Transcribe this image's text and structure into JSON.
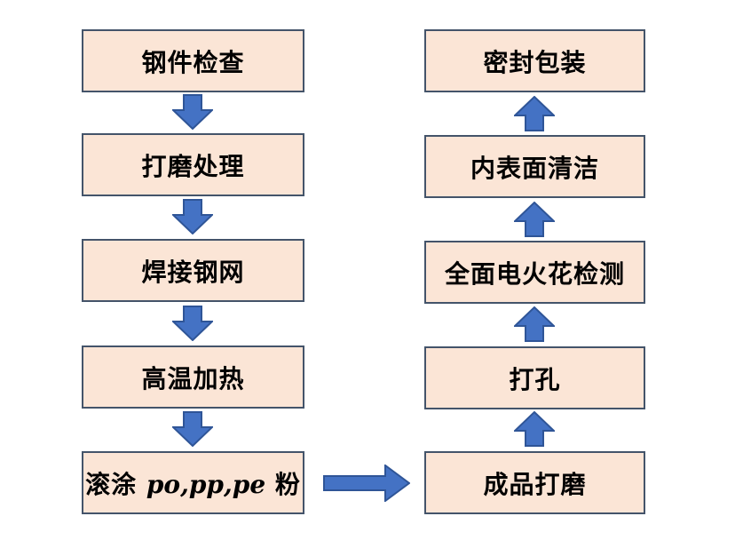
{
  "diagram": {
    "type": "flowchart",
    "direction": "left column top-to-bottom, then right column bottom-to-top",
    "left_column": [
      {
        "label": "钢件检查"
      },
      {
        "label": "打磨处理"
      },
      {
        "label": "焊接钢网"
      },
      {
        "label": "高温加热"
      },
      {
        "label_prefix": "滚涂 ",
        "label_latin": "po,pp,pe",
        "label_suffix": " 粉"
      }
    ],
    "right_column_top_to_bottom": [
      {
        "label": "密封包装"
      },
      {
        "label": "内表面清洁"
      },
      {
        "label": "全面电火花检测"
      },
      {
        "label": "打孔"
      },
      {
        "label": "成品打磨"
      }
    ],
    "connectors": {
      "left_column_arrows": "down",
      "right_column_arrows": "up",
      "bridge_arrow": "right from 滚涂 po,pp,pe 粉 to 成品打磨"
    }
  },
  "colors": {
    "background": "#ffffff",
    "box_fill": "#fbe5d6",
    "box_border": "#44546a",
    "arrow_fill": "#4472c4",
    "arrow_border": "#2f5597",
    "text": "#000000"
  }
}
